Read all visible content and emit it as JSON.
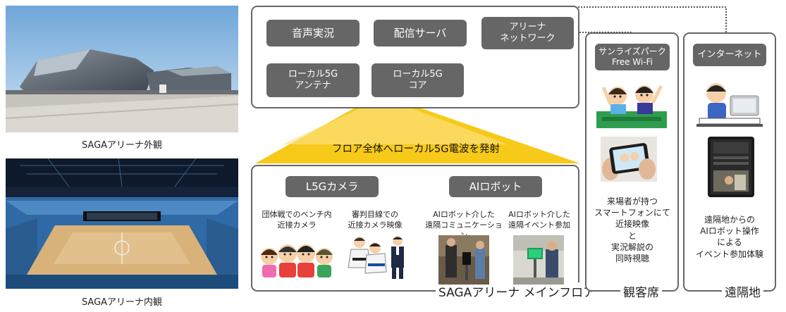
{
  "photos": {
    "exterior_caption": "SAGAアリーナ外観",
    "interior_caption": "SAGAアリーナ内観"
  },
  "system": {
    "audio": "音声実況",
    "server": "配信サーバ",
    "network": "アリーナ\nネットワーク",
    "antenna": "ローカル5G\nアンテナ",
    "core": "ローカル5G\nコア"
  },
  "beam": {
    "label": "フロア全体へローカル5G電波を発射"
  },
  "main_floor": {
    "title": "SAGAアリーナ メインフロア",
    "camera": {
      "label": "L5Gカメラ",
      "use1": "団体戦でのベンチ内\n近接カメラ",
      "use2": "審判目線での\n近接カメラ映像"
    },
    "robot": {
      "label": "AIロボット",
      "use1": "AIロボット介した\n遠隔コミュニケーション",
      "use2": "AIロボット介した\n遠隔イベント参加"
    }
  },
  "seats": {
    "title": "観客席",
    "wifi": "サンライズパーク\nFree Wi-Fi",
    "desc": "来場者が持つ\nスマートフォンにて\n近接映像\nと\n実況解説の\n同時視聴"
  },
  "remote": {
    "title": "遠隔地",
    "internet": "インターネット",
    "desc": "遠隔地からの\nAIロボット操作\nによる\nイベント参加体験"
  },
  "colors": {
    "box_gray": "#666666",
    "border_gray": "#666666",
    "beam_yellow": "#f6c400"
  }
}
